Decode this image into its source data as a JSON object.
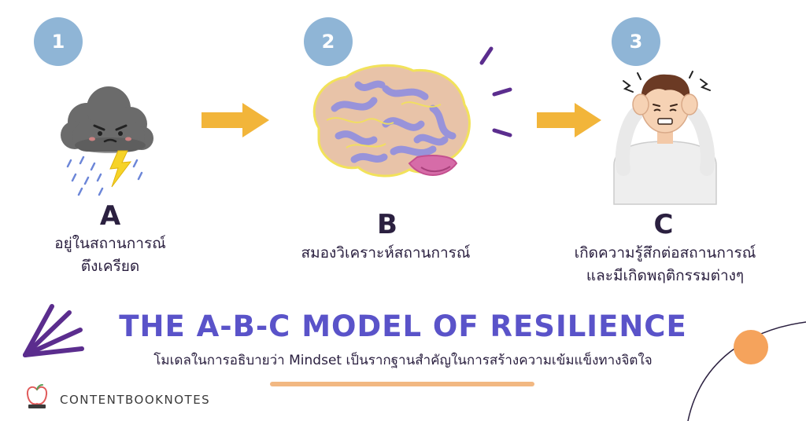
{
  "steps": [
    {
      "number": "1",
      "letter": "A",
      "caption_line1": "อยู่ในสถานการณ์",
      "caption_line2": "ตึงเครียด",
      "icon": "storm-cloud-icon"
    },
    {
      "number": "2",
      "letter": "B",
      "caption_line1": "สมองวิเคราะห์สถานการณ์",
      "icon": "brain-icon"
    },
    {
      "number": "3",
      "letter": "C",
      "caption_line1": "เกิดความรู้สึกต่อสถานการณ์",
      "caption_line2": "และมีเกิดพฤติกรรมต่างๆ",
      "icon": "stressed-person-icon"
    }
  ],
  "title": "THE A-B-C MODEL OF RESILIENCE",
  "subtitle": "โมเดลในการอธิบายว่า Mindset เป็นรากฐานสำคัญในการสร้างความเข้มแข็งทางจิตใจ",
  "brand": "CONTENTBOOKNOTES",
  "colors": {
    "step_circle": "#8fb5d6",
    "arrow": "#f2b53a",
    "title": "#5a53c9",
    "underline": "#f2b882",
    "accent_purple": "#5b2d8e",
    "orange_dot": "#f5a35c",
    "text": "#2b2040"
  }
}
